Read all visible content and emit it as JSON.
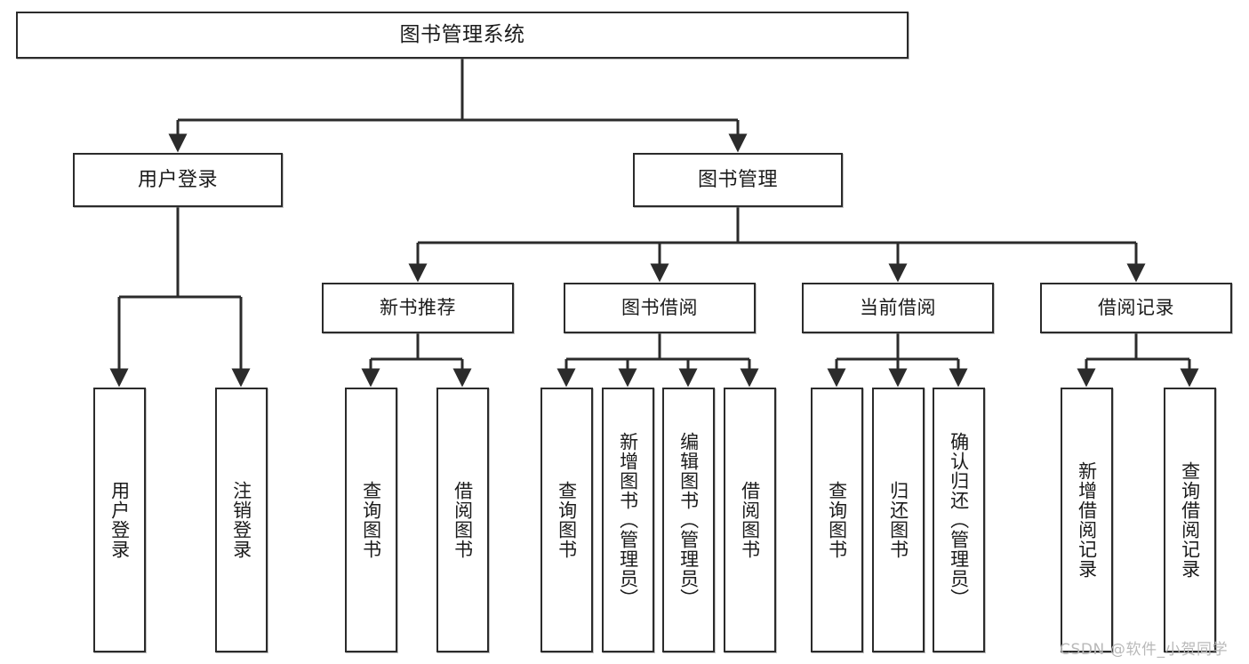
{
  "diagram": {
    "title": "图书管理系统",
    "type": "hierarchy-tree",
    "watermark": "CSDN @软件_小贺同学",
    "colors": {
      "node_border": "#2b2b2b",
      "node_fill": "#ffffff",
      "edge": "#2b2b2b",
      "text": "#1b1b1b",
      "watermark": "#b9b9b9"
    },
    "nodes": {
      "root": {
        "label": "图书管理系统"
      },
      "level2": [
        {
          "id": "user-login",
          "label": "用户登录"
        },
        {
          "id": "book-management",
          "label": "图书管理"
        }
      ],
      "level3": [
        {
          "id": "new-book-recommend",
          "label": "新书推荐"
        },
        {
          "id": "book-borrow",
          "label": "图书借阅"
        },
        {
          "id": "current-borrow",
          "label": "当前借阅"
        },
        {
          "id": "borrow-record",
          "label": "借阅记录"
        }
      ],
      "leaves": {
        "user-login": [
          {
            "id": "leaf-user-login",
            "label": "用户登录"
          },
          {
            "id": "leaf-user-logout",
            "label": "注销登录"
          }
        ],
        "new-book-recommend": [
          {
            "id": "leaf-query-book-1",
            "label": "查询图书"
          },
          {
            "id": "leaf-borrow-book-1",
            "label": "借阅图书"
          }
        ],
        "book-borrow": [
          {
            "id": "leaf-query-book-2",
            "label": "查询图书"
          },
          {
            "id": "leaf-add-book",
            "label": "新增图书（管理员）"
          },
          {
            "id": "leaf-edit-book",
            "label": "编辑图书（管理员）"
          },
          {
            "id": "leaf-borrow-book-2",
            "label": "借阅图书"
          }
        ],
        "current-borrow": [
          {
            "id": "leaf-query-book-3",
            "label": "查询图书"
          },
          {
            "id": "leaf-return-book",
            "label": "归还图书"
          },
          {
            "id": "leaf-confirm-return",
            "label": "确认归还（管理员）"
          }
        ],
        "borrow-record": [
          {
            "id": "leaf-add-record",
            "label": "新增借阅记录"
          },
          {
            "id": "leaf-query-record",
            "label": "查询借阅记录"
          }
        ]
      }
    }
  }
}
